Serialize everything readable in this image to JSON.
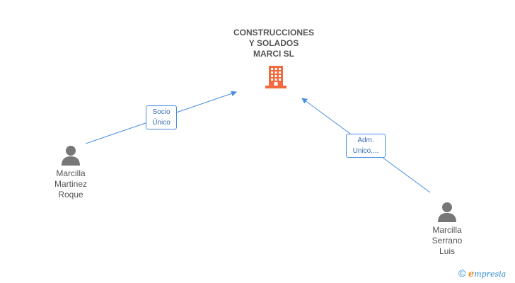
{
  "company": {
    "name_lines": [
      "CONSTRUCCIONES",
      "Y SOLADOS",
      "MARCI SL"
    ],
    "icon": "building-icon",
    "color": "#f26a3d"
  },
  "people": [
    {
      "id": "roque",
      "name_lines": [
        "Marcilla",
        "Martinez",
        "Roque"
      ],
      "icon": "person-icon"
    },
    {
      "id": "luis",
      "name_lines": [
        "Marcilla",
        "Serrano",
        "Luis"
      ],
      "icon": "person-icon"
    }
  ],
  "relations": [
    {
      "from": "roque",
      "to": "company",
      "label_lines": [
        "Socio",
        "Único"
      ]
    },
    {
      "from": "luis",
      "to": "company",
      "label_lines": [
        "Adm.",
        "Unico,..."
      ]
    }
  ],
  "colors": {
    "edge": "#4a8ee0",
    "person": "#777777",
    "text": "#555555"
  },
  "watermark": {
    "symbol": "©",
    "e": "e",
    "brand": "mpresia"
  }
}
